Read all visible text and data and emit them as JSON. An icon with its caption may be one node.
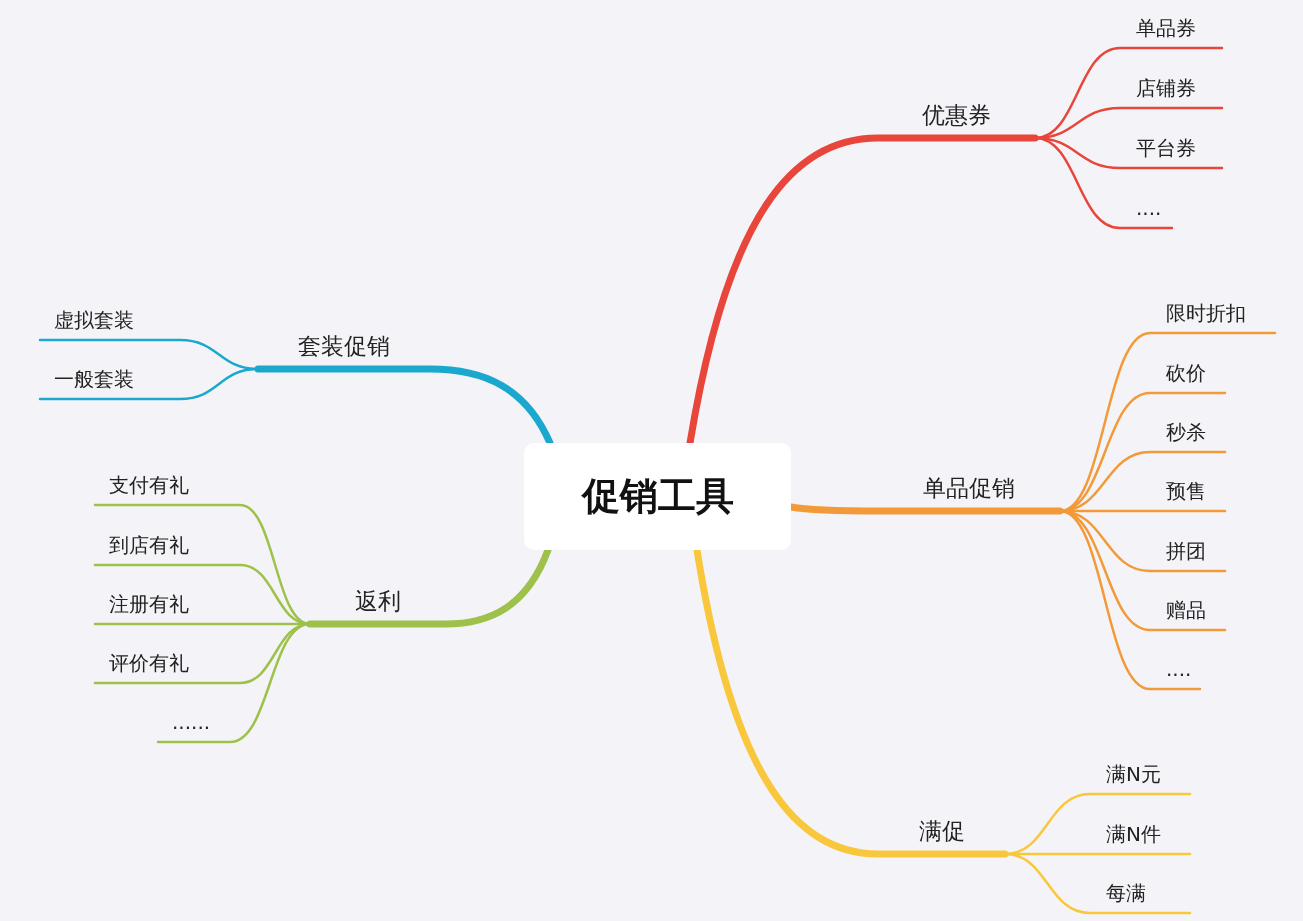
{
  "diagram": {
    "nodes": [
      {
        "text": [
          "促销工具"
        ]
      },
      {
        "text": [
          "优惠券"
        ]
      },
      {
        "text": [
          "单品券"
        ]
      },
      {
        "text": [
          "店铺券"
        ]
      },
      {
        "text": [
          "平台券"
        ]
      },
      {
        "text": [
          "...."
        ]
      },
      {
        "text": [
          "单品促销"
        ]
      },
      {
        "text": [
          "限时折扣"
        ]
      },
      {
        "text": [
          "砍价"
        ]
      },
      {
        "text": [
          "秒杀"
        ]
      },
      {
        "text": [
          "预售"
        ]
      },
      {
        "text": [
          "拼团"
        ]
      },
      {
        "text": [
          "赠品"
        ]
      },
      {
        "text": [
          "...."
        ]
      },
      {
        "text": [
          "满促"
        ]
      },
      {
        "text": [
          "满N元"
        ]
      },
      {
        "text": [
          "满N件"
        ]
      },
      {
        "text": [
          "每满"
        ]
      },
      {
        "text": [
          "套装促销"
        ]
      },
      {
        "text": [
          "虚拟套装"
        ]
      },
      {
        "text": [
          "一般套装"
        ]
      },
      {
        "text": [
          "返利"
        ]
      },
      {
        "text": [
          "支付有礼"
        ]
      },
      {
        "text": [
          "到店有礼"
        ]
      },
      {
        "text": [
          "注册有礼"
        ]
      },
      {
        "text": [
          "评价有礼"
        ]
      },
      {
        "text": [
          "......"
        ]
      }
    ],
    "edges": [
      {
        "from": 0,
        "to": 1,
        "arrow": "none",
        "style": "thick",
        "color": "#e8463a"
      },
      {
        "from": 1,
        "to": 2,
        "arrow": "none",
        "color": "#e8463a"
      },
      {
        "from": 1,
        "to": 3,
        "arrow": "none",
        "color": "#e8463a"
      },
      {
        "from": 1,
        "to": 4,
        "arrow": "none",
        "color": "#e8463a"
      },
      {
        "from": 1,
        "to": 5,
        "arrow": "none",
        "color": "#e8463a"
      },
      {
        "from": 0,
        "to": 6,
        "arrow": "none",
        "style": "thick",
        "color": "#f39a38"
      },
      {
        "from": 6,
        "to": 7,
        "arrow": "none",
        "color": "#f39a38"
      },
      {
        "from": 6,
        "to": 8,
        "arrow": "none",
        "color": "#f39a38"
      },
      {
        "from": 6,
        "to": 9,
        "arrow": "none",
        "color": "#f39a38"
      },
      {
        "from": 6,
        "to": 10,
        "arrow": "none",
        "color": "#f39a38"
      },
      {
        "from": 6,
        "to": 11,
        "arrow": "none",
        "color": "#f39a38"
      },
      {
        "from": 6,
        "to": 12,
        "arrow": "none",
        "color": "#f39a38"
      },
      {
        "from": 6,
        "to": 13,
        "arrow": "none",
        "color": "#f39a38"
      },
      {
        "from": 0,
        "to": 14,
        "arrow": "none",
        "style": "thick",
        "color": "#f9c73b"
      },
      {
        "from": 14,
        "to": 15,
        "arrow": "none",
        "color": "#f9c73b"
      },
      {
        "from": 14,
        "to": 16,
        "arrow": "none",
        "color": "#f9c73b"
      },
      {
        "from": 14,
        "to": 17,
        "arrow": "none",
        "color": "#f9c73b"
      },
      {
        "from": 0,
        "to": 18,
        "arrow": "none",
        "style": "thick",
        "color": "#1ba8cf"
      },
      {
        "from": 18,
        "to": 19,
        "arrow": "none",
        "color": "#1ba8cf"
      },
      {
        "from": 18,
        "to": 20,
        "arrow": "none",
        "color": "#1ba8cf"
      },
      {
        "from": 0,
        "to": 21,
        "arrow": "none",
        "style": "thick",
        "color": "#9dc14a"
      },
      {
        "from": 21,
        "to": 22,
        "arrow": "none",
        "color": "#9dc14a"
      },
      {
        "from": 21,
        "to": 23,
        "arrow": "none",
        "color": "#9dc14a"
      },
      {
        "from": 21,
        "to": 24,
        "arrow": "none",
        "color": "#9dc14a"
      },
      {
        "from": 21,
        "to": 25,
        "arrow": "none",
        "color": "#9dc14a"
      },
      {
        "from": 21,
        "to": 26,
        "arrow": "none",
        "color": "#9dc14a"
      }
    ]
  }
}
